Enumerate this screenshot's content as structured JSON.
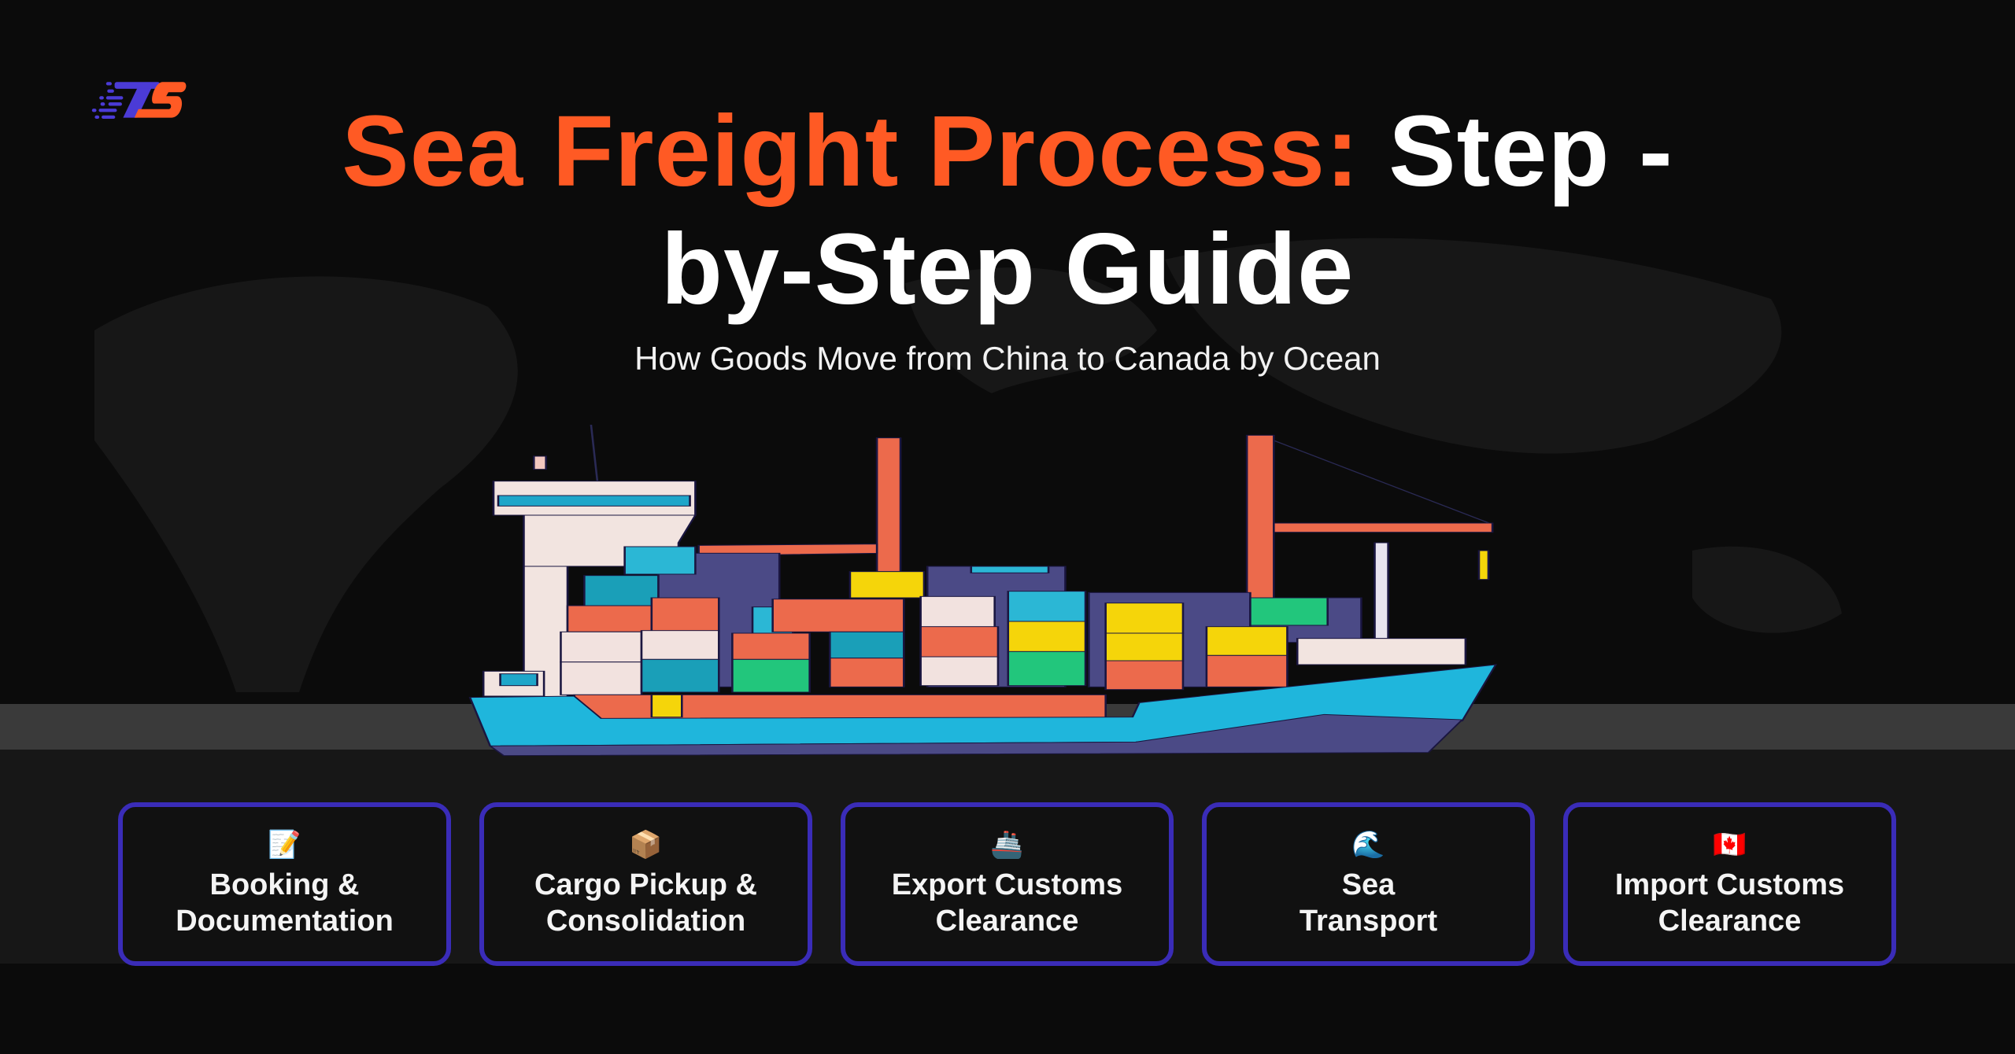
{
  "logo": {
    "text": "TS"
  },
  "header": {
    "title_accent": "Sea Freight Process:",
    "title_rest_line1": " Step -",
    "title_line2": "by-Step Guide",
    "subtitle": "How Goods Move from China to Canada by Ocean"
  },
  "steps": [
    {
      "icon": "📝",
      "line1": "Booking &",
      "line2": "Documentation"
    },
    {
      "icon": "📦",
      "line1": "Cargo Pickup &",
      "line2": "Consolidation"
    },
    {
      "icon": "🚢",
      "line1": "Export Customs",
      "line2": "Clearance"
    },
    {
      "icon": "🌊",
      "line1": "Sea",
      "line2": "Transport"
    },
    {
      "icon": "🇨🇦",
      "line1": "Import Customs",
      "line2": "Clearance"
    }
  ],
  "colors": {
    "accent": "#ff5a24",
    "brand_blue": "#4b3bd6",
    "card_border": "#3a2cb8"
  }
}
